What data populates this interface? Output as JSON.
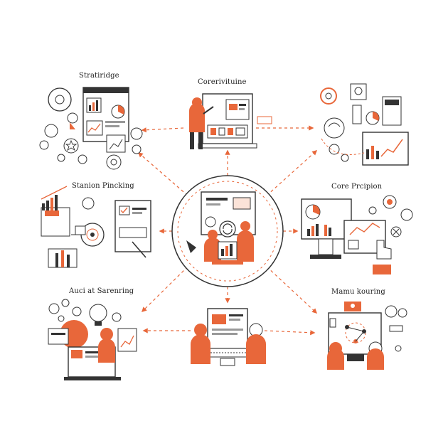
{
  "colors": {
    "accent": "#e8673a",
    "line": "#333333",
    "ink": "#222222",
    "paper": "#ffffff",
    "tint": "#fbe3d8"
  },
  "nodes": [
    {
      "id": "top-left",
      "label": "Stratiridge"
    },
    {
      "id": "top-center",
      "label": "Corerivituine"
    },
    {
      "id": "top-right",
      "label": ""
    },
    {
      "id": "mid-left",
      "label": "Stanion Pincking"
    },
    {
      "id": "center",
      "label": ""
    },
    {
      "id": "mid-right",
      "label": "Core Prcipion"
    },
    {
      "id": "bottom-left",
      "label": "Auci at Sarenring"
    },
    {
      "id": "bottom-center",
      "label": ""
    },
    {
      "id": "bottom-right",
      "label": "Mamu kouring"
    }
  ]
}
